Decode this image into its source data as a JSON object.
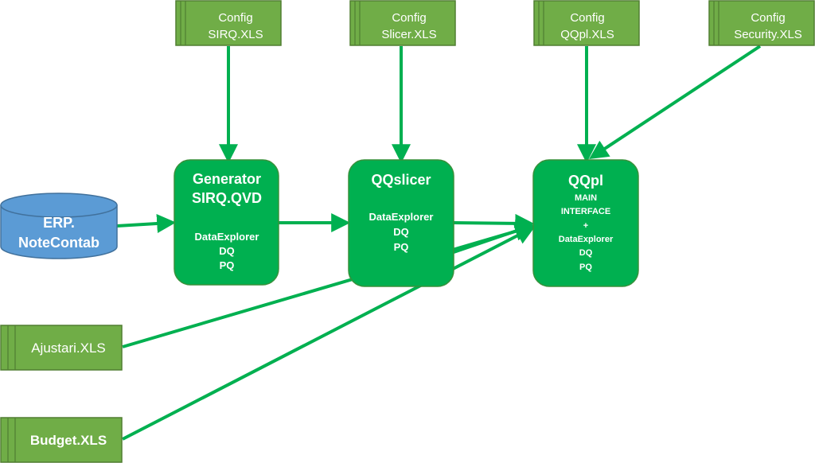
{
  "colors": {
    "green_fill": "#00b050",
    "green_dark": "#38913b",
    "config_fill": "#70ad47",
    "config_stroke": "#507e32",
    "blue_fill": "#5b9bd5",
    "blue_stroke": "#41719c",
    "arrow": "#00b050"
  },
  "config_files": [
    {
      "line1": "Config",
      "line2": "SIRQ.XLS"
    },
    {
      "line1": "Config",
      "line2": "Slicer.XLS"
    },
    {
      "line1": "Config",
      "line2": "QQpl.XLS"
    },
    {
      "line1": "Config",
      "line2": "Security.XLS"
    }
  ],
  "database": {
    "line1": "ERP.",
    "line2": "NoteContab"
  },
  "generator": {
    "title1": "Generator",
    "title2": "SIRQ.QVD",
    "items": [
      "DataExplorer",
      "DQ",
      "PQ"
    ]
  },
  "qqslicer": {
    "title": "QQslicer",
    "items": [
      "DataExplorer",
      "DQ",
      "PQ"
    ]
  },
  "qqpl": {
    "title": "QQpl",
    "items": [
      "MAIN",
      "INTERFACE",
      "+",
      "DataExplorer",
      "DQ",
      "PQ"
    ]
  },
  "inputs": [
    {
      "label": "Ajustari.XLS"
    },
    {
      "label": "Budget.XLS"
    }
  ]
}
